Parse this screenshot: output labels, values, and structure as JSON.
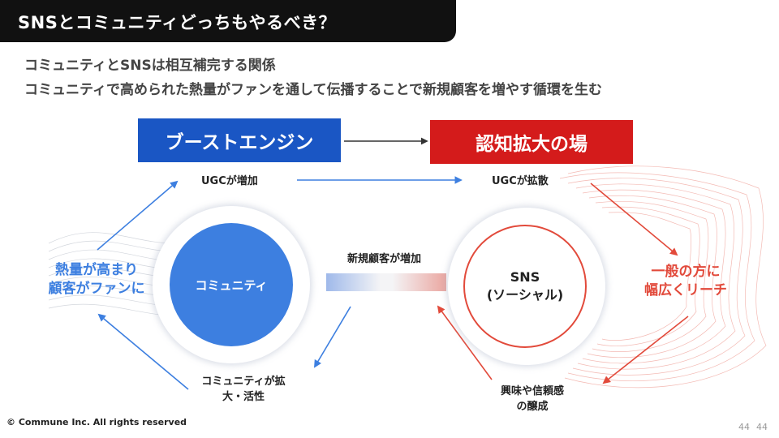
{
  "title": "SNSとコミュニティどっちもやるべき？",
  "subtitle_lines": [
    "コミュニティとSNSは相互補完する関係",
    "コミュニティで高められた熱量がファンを通して伝播することで新規顧客を増やす循環を生む"
  ],
  "boxes": {
    "left": "ブーストエンジン",
    "right": "認知拡大の場"
  },
  "circles": {
    "left": "コミュニティ",
    "right_line1": "SNS",
    "right_line2": "(ソーシャル)"
  },
  "labels": {
    "top_left": "UGCが増加",
    "top_right": "UGCが拡散",
    "middle": "新規顧客が増加",
    "bottom_left_line1": "コミュニティが拡",
    "bottom_left_line2": "大・活性",
    "bottom_right_line1": "興味や信頼感",
    "bottom_right_line2": "の醸成"
  },
  "side_labels": {
    "left_line1": "熱量が高まり",
    "left_line2": "顧客がファンに",
    "right_line1": "一般の方に",
    "right_line2": "幅広くリーチ"
  },
  "footer": "© Commune Inc. All rights reserved",
  "page_number_1": "44",
  "page_number_2": "44",
  "colors": {
    "blue": "#1a56c4",
    "blue_light": "#3d7fe0",
    "red": "#d41b1b",
    "red_light": "#e24a3b",
    "title_bg": "#111111"
  }
}
